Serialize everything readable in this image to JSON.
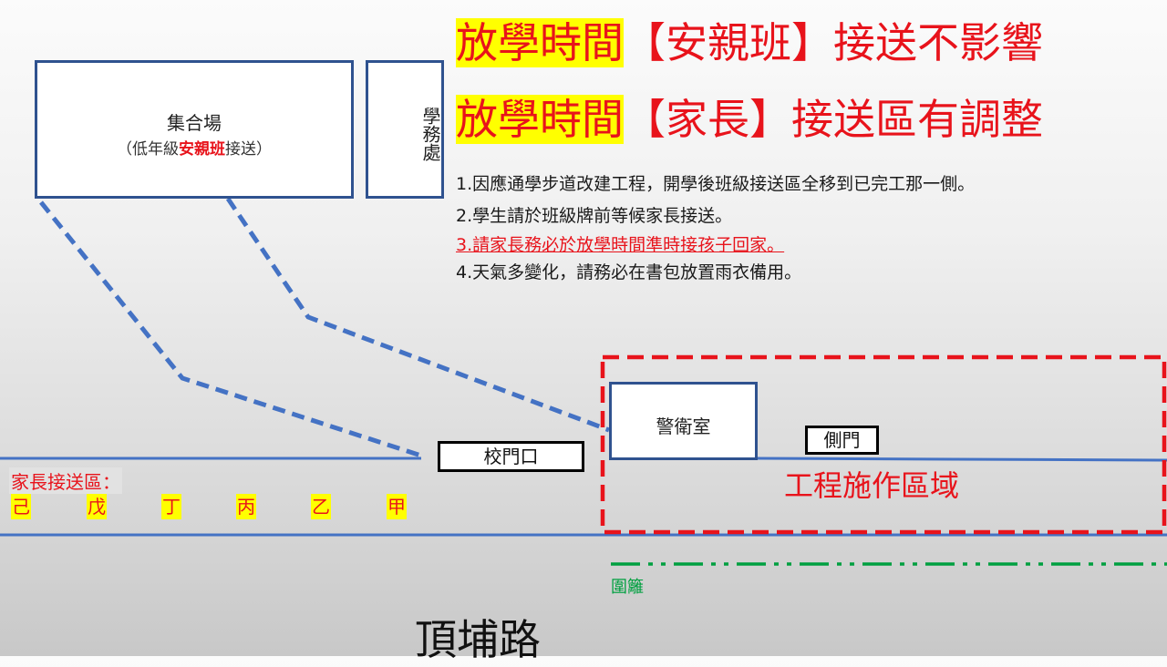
{
  "headings": [
    {
      "highlight": "放學時間",
      "rest": "【安親班】接送不影響"
    },
    {
      "highlight": "放學時間",
      "rest": "【家長】接送區有調整"
    }
  ],
  "gathering": {
    "title": "集合場",
    "subtitle_prefix": "（低年級",
    "subtitle_highlight": "安親班",
    "subtitle_suffix": "接送）"
  },
  "office": {
    "label": "學務處"
  },
  "notes": [
    "1.因應通學步道改建工程，開學後班級接送區全移到已完工那一側。",
    "2.學生請於班級牌前等候家長接送。",
    "3.請家長務必於放學時間準時接孩子回家。",
    "4.天氣多變化，請務必在書包放置雨衣備用。"
  ],
  "guard_room": {
    "label": "警衛室"
  },
  "side_gate": {
    "label": "側門"
  },
  "school_gate": {
    "label": "校門口"
  },
  "construction": {
    "label": "工程施作區域"
  },
  "parent_area": {
    "title": "家長接送區：",
    "zones": [
      "己",
      "戊",
      "丁",
      "丙",
      "乙",
      "甲"
    ]
  },
  "fence": {
    "label": "圍籬"
  },
  "road": {
    "label": "頂埔路"
  },
  "colors": {
    "accent_red": "#e8131b",
    "highlight_yellow": "#ffff00",
    "line_blue": "#4472c4",
    "box_border": "#2f528f",
    "fence_green": "#00a040"
  }
}
